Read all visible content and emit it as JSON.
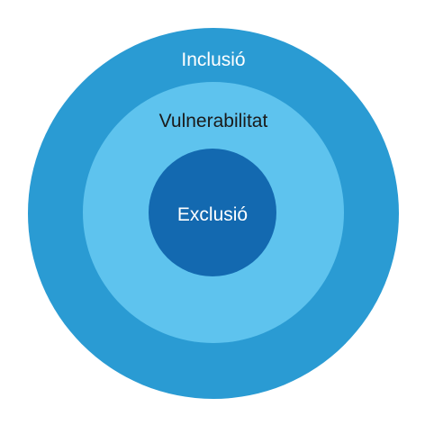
{
  "diagram": {
    "rings": [
      {
        "label": "Inclusió",
        "color": "#2a9bd3",
        "text_color": "#ffffff"
      },
      {
        "label": "Vulnerabilitat",
        "color": "#5ec3ee",
        "text_color": "#1a1a1a"
      },
      {
        "label": "Exclusió",
        "color": "#1369b0",
        "text_color": "#ffffff"
      }
    ]
  }
}
